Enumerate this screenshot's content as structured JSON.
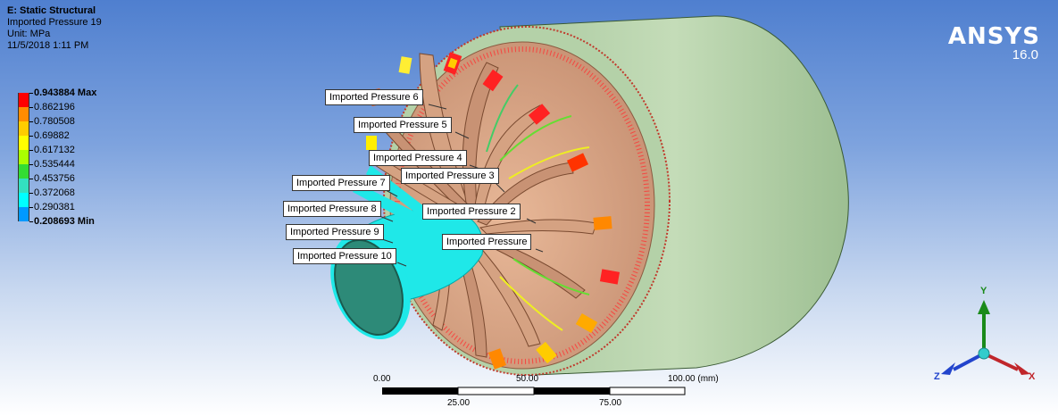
{
  "info": {
    "analysis": "E: Static Structural",
    "result_name": "Imported Pressure 19",
    "unit": "Unit: MPa",
    "datetime": "11/5/2018 1:11 PM"
  },
  "legend": {
    "entries": [
      {
        "label": "0.943884 Max",
        "color": "#ff0000"
      },
      {
        "label": "0.862196",
        "color": "#ff8c00"
      },
      {
        "label": "0.780508",
        "color": "#ffcc00"
      },
      {
        "label": "0.69882",
        "color": "#ffff00"
      },
      {
        "label": "0.617132",
        "color": "#aaff00"
      },
      {
        "label": "0.535444",
        "color": "#33dd33"
      },
      {
        "label": "0.453756",
        "color": "#33e0c0"
      },
      {
        "label": "0.372068",
        "color": "#00ffff"
      },
      {
        "label": "0.290381",
        "color": "#0099ff"
      }
    ],
    "min_label": "0.208693 Min",
    "min_color": "#0000ff"
  },
  "logo": {
    "brand": "ANSYS",
    "version": "16.0"
  },
  "callouts": [
    "Imported Pressure 6",
    "Imported Pressure 5",
    "Imported Pressure 4",
    "Imported Pressure 3",
    "Imported Pressure 7",
    "Imported Pressure 8",
    "Imported Pressure 2",
    "Imported Pressure 9",
    "Imported Pressure",
    "Imported Pressure 10"
  ],
  "scale": {
    "top_labels": [
      "0.00",
      "50.00",
      "100.00 (mm)"
    ],
    "bottom_labels": [
      "25.00",
      "75.00"
    ]
  },
  "triad": {
    "y": "Y",
    "z": "Z",
    "x": "X"
  },
  "colors": {
    "housing": "#b7d4ac",
    "impeller": "#d9a98a",
    "inlet": "#2d8a78",
    "inlet_inner": "#3c7a6a",
    "hub_cyan": "#1fe8e8"
  }
}
